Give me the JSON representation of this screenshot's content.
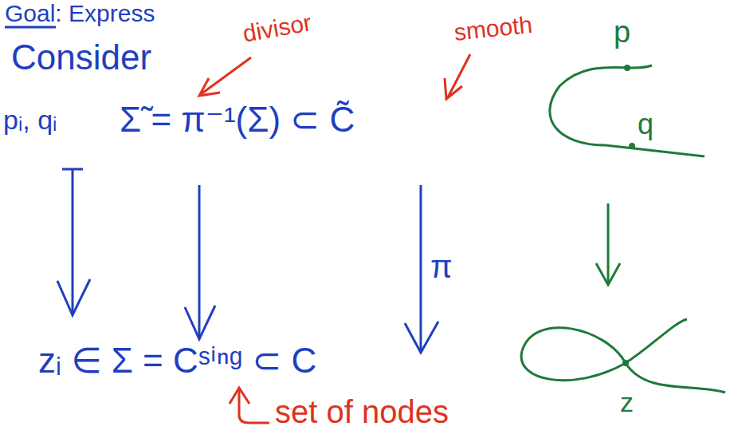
{
  "diagram": {
    "title": "Goal: Express",
    "labels": [
      "Consider",
      "divisor",
      "smooth",
      "pᵢ, qᵢ",
      "Σ̃ = π⁻¹(Σ) ⊂ C̃",
      "π",
      "zᵢ ∈ Σ = Cˢⁱⁿᵍ ⊂ C",
      "set of nodes",
      "p",
      "q",
      "z"
    ]
  }
}
